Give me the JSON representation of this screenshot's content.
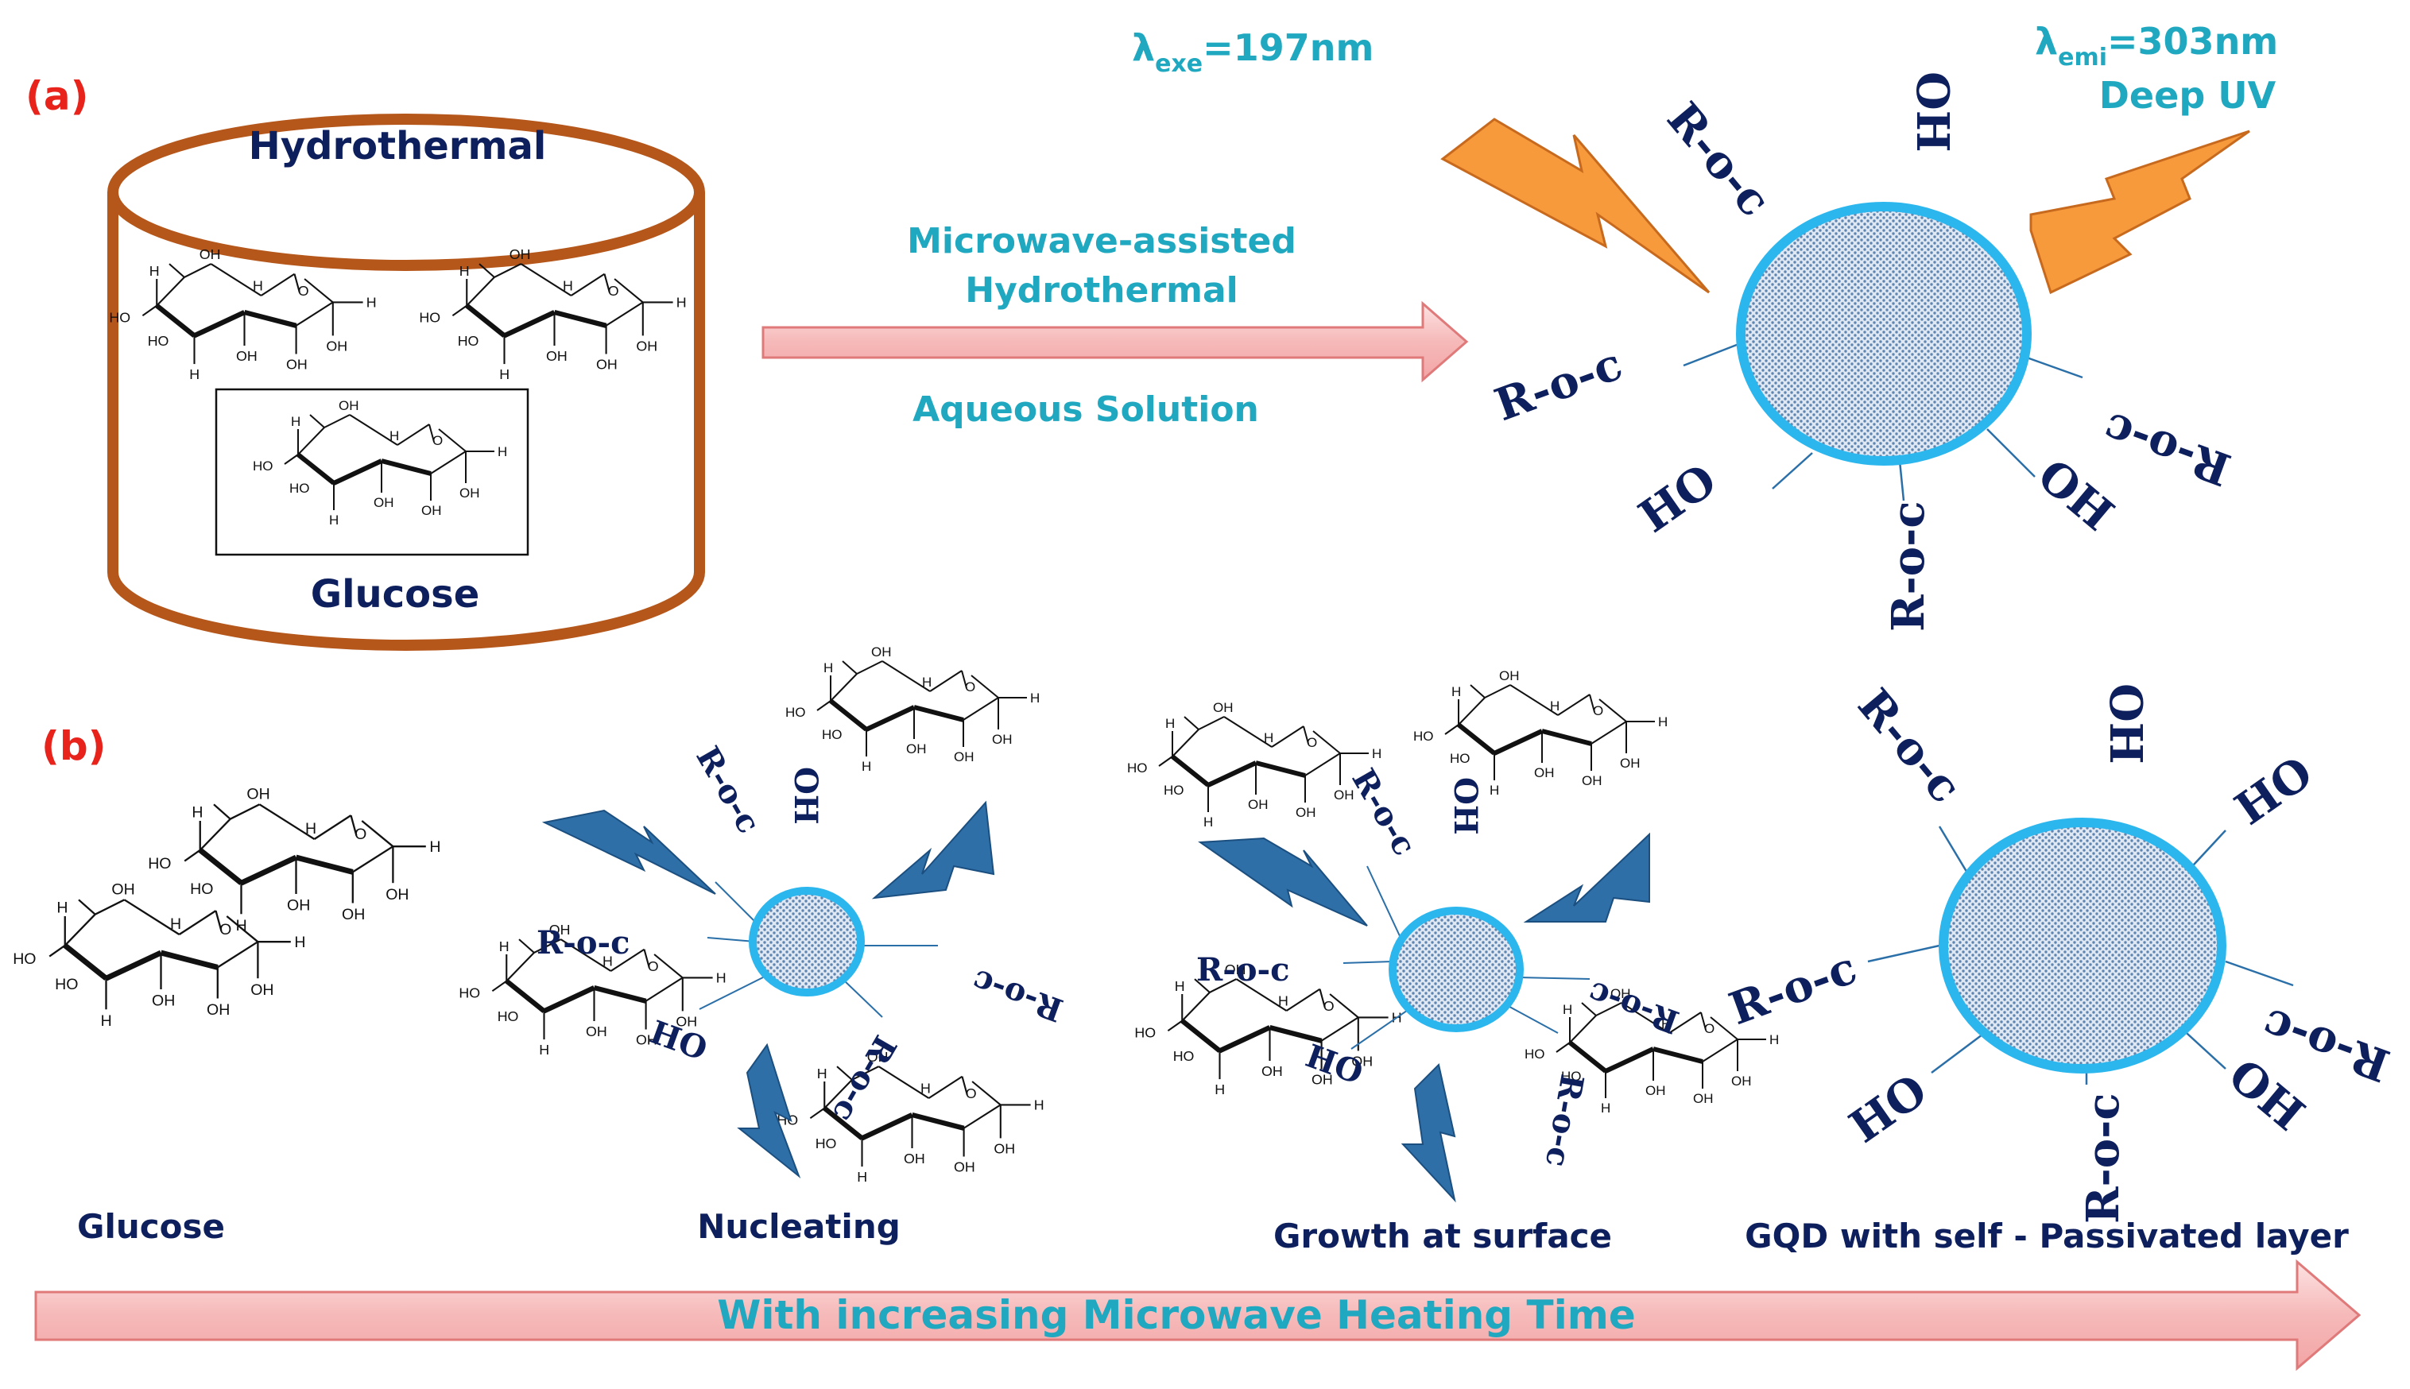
{
  "panel_a": {
    "label": "(a)",
    "vessel_top_label": "Hydrothermal",
    "vessel_bottom_label": "Glucose",
    "arrow_top_label_line1": "Microwave-assisted",
    "arrow_top_label_line2": "Hydrothermal",
    "arrow_bottom_label": "Aqueous Solution",
    "excitation_prefix": "λ",
    "excitation_sub": "exe",
    "excitation_value": "=197nm",
    "emission_prefix": "λ",
    "emission_sub": "emi",
    "emission_value": "=303nm",
    "emission_note": "Deep UV"
  },
  "panel_b": {
    "label": "(b)",
    "stage1": "Glucose",
    "stage2": "Nucleating",
    "stage3": "Growth at surface",
    "stage4": "GQD with self - Passivated layer",
    "bottom_arrow_label": "With increasing Microwave Heating Time"
  },
  "groups": {
    "ester": "R-o-c",
    "hydroxyl": "OH",
    "hydroxyl_alt": "HO"
  },
  "molecule_labels": {
    "oh": "OH",
    "ho": "HO",
    "h": "H",
    "o": "O"
  },
  "colors": {
    "panel_label": "#e8231b",
    "navy_text": "#0d1f5c",
    "cyan_text": "#1fa8bf",
    "vessel": "#b5561a",
    "arrow_fill": "#f7c6c6",
    "arrow_stroke": "#e07a7a",
    "dot_fill": "#5f86b0",
    "dot_ring": "#2cb6ee",
    "orange_bolt": "#f79a3c",
    "blue_bolt": "#2f6fa8"
  }
}
